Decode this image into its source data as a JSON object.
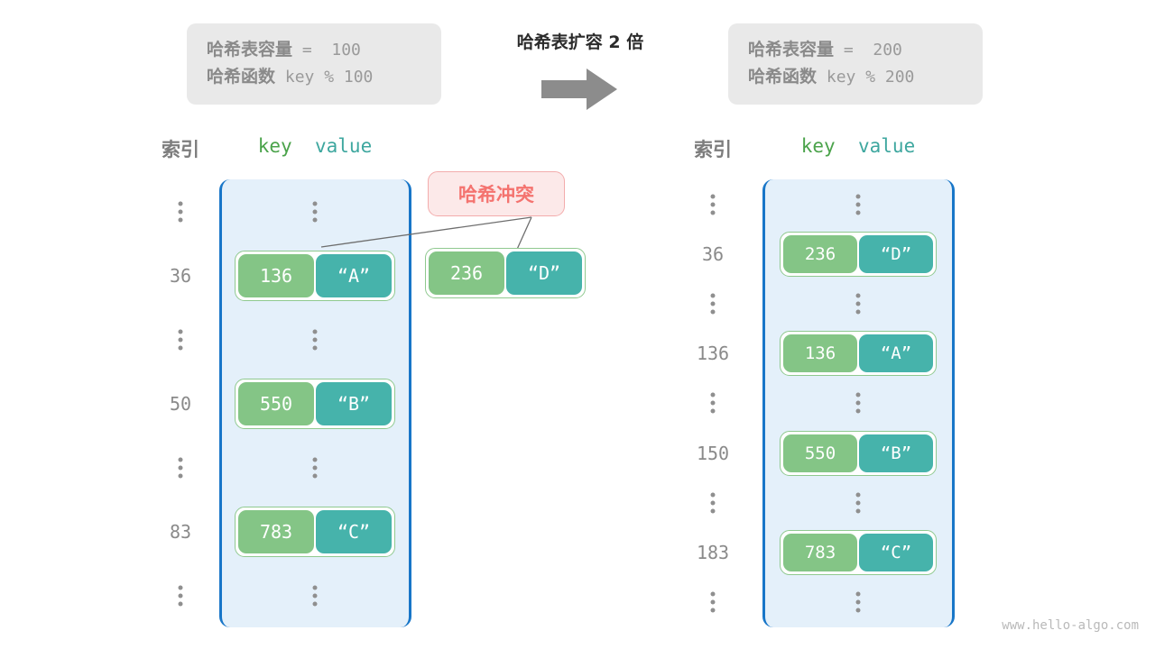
{
  "info_left": {
    "capacity_label": "哈希表容量",
    "capacity_value": " =  100",
    "function_label": "哈希函数",
    "function_value": " key % 100"
  },
  "info_right": {
    "capacity_label": "哈希表容量",
    "capacity_value": " =  200",
    "function_label": "哈希函数",
    "function_value": " key % 200"
  },
  "transition": {
    "title": "哈希表扩容 2 倍",
    "arrow_icon": "right-arrow-icon"
  },
  "headers": {
    "index": "索引",
    "key": "key",
    "value": "value"
  },
  "collision": {
    "badge": "哈希冲突"
  },
  "left_table": {
    "rows": [
      {
        "index": "⋮",
        "type": "dots"
      },
      {
        "index": "36",
        "type": "pair",
        "key": "136",
        "value": "“A”"
      },
      {
        "index": "⋮",
        "type": "dots"
      },
      {
        "index": "50",
        "type": "pair",
        "key": "550",
        "value": "“B”"
      },
      {
        "index": "⋮",
        "type": "dots"
      },
      {
        "index": "83",
        "type": "pair",
        "key": "783",
        "value": "“C”"
      },
      {
        "index": "⋮",
        "type": "dots"
      }
    ]
  },
  "floating_entry": {
    "key": "236",
    "value": "“D”"
  },
  "right_table": {
    "rows": [
      {
        "index": "⋮",
        "type": "dots"
      },
      {
        "index": "36",
        "type": "pair",
        "key": "236",
        "value": "“D”"
      },
      {
        "index": "⋮",
        "type": "dots"
      },
      {
        "index": "136",
        "type": "pair",
        "key": "136",
        "value": "“A”"
      },
      {
        "index": "⋮",
        "type": "dots"
      },
      {
        "index": "150",
        "type": "pair",
        "key": "550",
        "value": "“B”"
      },
      {
        "index": "⋮",
        "type": "dots"
      },
      {
        "index": "183",
        "type": "pair",
        "key": "783",
        "value": "“C”"
      },
      {
        "index": "⋮",
        "type": "dots"
      }
    ]
  },
  "watermark": "www.hello-algo.com",
  "colors": {
    "key_fill": "#84c586",
    "value_fill": "#46b3ab",
    "table_fill": "#e4f0fa",
    "table_border": "#1876c8",
    "badge_fill": "#fce9e9",
    "badge_border": "#f3acac",
    "badge_text": "#f4736f",
    "info_fill": "#e9e9e9",
    "arrow": "#8c8c8c"
  }
}
